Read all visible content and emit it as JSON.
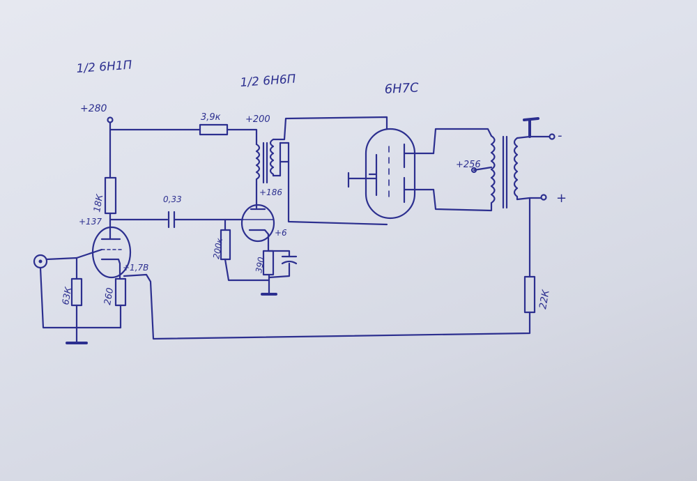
{
  "tube_labels": {
    "v1": "1/2 6Н1П",
    "v2": "1/2 6Н6П",
    "v3": "6Н7С"
  },
  "voltages": {
    "supply": "+280",
    "v2_supply": "+200",
    "v1_plate": "+137",
    "v1_cathode": "+1,7В",
    "v2_plate": "+186",
    "v2_cathode": "+6",
    "output_tap": "+256"
  },
  "components": {
    "r_plate_v1": "18К",
    "r_supply": "3,9к",
    "c_coupling": "0,33",
    "r_grid_v2": "200к",
    "r_cathode_v2": "390",
    "r_grid_v1": "63К",
    "r_cathode_v1": "260",
    "r_feedback": "22К"
  },
  "output_terminals": {
    "minus": "-",
    "plus": "+"
  }
}
